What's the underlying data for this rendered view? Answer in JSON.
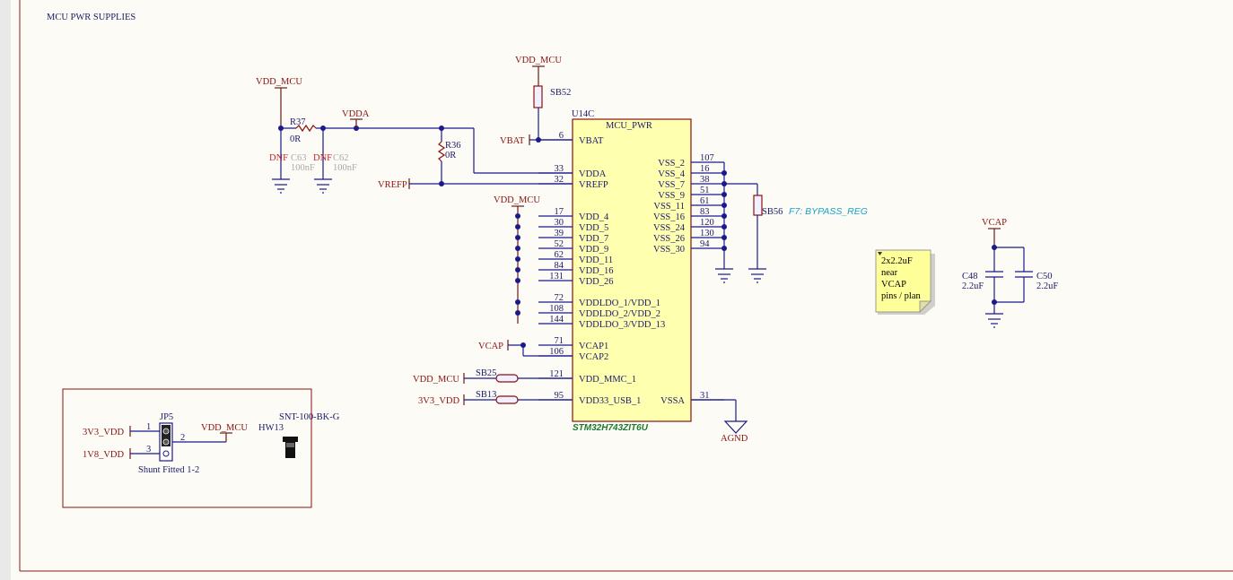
{
  "sheet": {
    "title": "MCU PWR SUPPLIES"
  },
  "ic": {
    "ref": "U14C",
    "part_name": "MCU_PWR",
    "part_number": "STM32H743ZIT6U",
    "left_pins": [
      {
        "num": "6",
        "name": "VBAT"
      },
      {
        "num": "33",
        "name": "VDDA"
      },
      {
        "num": "32",
        "name": "VREFP"
      },
      {
        "num": "17",
        "name": "VDD_4"
      },
      {
        "num": "30",
        "name": "VDD_5"
      },
      {
        "num": "39",
        "name": "VDD_7"
      },
      {
        "num": "52",
        "name": "VDD_9"
      },
      {
        "num": "62",
        "name": "VDD_11"
      },
      {
        "num": "84",
        "name": "VDD_16"
      },
      {
        "num": "131",
        "name": "VDD_26"
      },
      {
        "num": "72",
        "name": "VDDLDO_1/VDD_1"
      },
      {
        "num": "108",
        "name": "VDDLDO_2/VDD_2"
      },
      {
        "num": "144",
        "name": "VDDLDO_3/VDD_13"
      },
      {
        "num": "71",
        "name": "VCAP1"
      },
      {
        "num": "106",
        "name": "VCAP2"
      },
      {
        "num": "121",
        "name": "VDD_MMC_1"
      },
      {
        "num": "95",
        "name": "VDD33_USB_1"
      }
    ],
    "right_pins": [
      {
        "num": "107",
        "name": "VSS_2"
      },
      {
        "num": "16",
        "name": "VSS_4"
      },
      {
        "num": "38",
        "name": "VSS_7"
      },
      {
        "num": "51",
        "name": "VSS_9"
      },
      {
        "num": "61",
        "name": "VSS_11"
      },
      {
        "num": "83",
        "name": "VSS_16"
      },
      {
        "num": "120",
        "name": "VSS_24"
      },
      {
        "num": "130",
        "name": "VSS_26"
      },
      {
        "num": "94",
        "name": "VSS_30"
      },
      {
        "num": "31",
        "name": "VSSA"
      }
    ]
  },
  "nets": {
    "vdd_mcu": "VDD_MCU",
    "vdda": "VDDA",
    "vbat": "VBAT",
    "vrefp": "VREFP",
    "vcap": "VCAP",
    "v3v3": "3V3_VDD",
    "v1v8": "1V8_VDD",
    "agnd": "AGND"
  },
  "components": {
    "r37": {
      "ref": "R37",
      "value": "0R"
    },
    "r36": {
      "ref": "R36",
      "value": "0R"
    },
    "c63": {
      "ref": "C63",
      "value": "100nF",
      "dnf": "DNF"
    },
    "c62": {
      "ref": "C62",
      "value": "100nF",
      "dnf": "DNF"
    },
    "sb52": {
      "ref": "SB52"
    },
    "sb56": {
      "ref": "SB56",
      "note": "F7: BYPASS_REG"
    },
    "sb25": {
      "ref": "SB25"
    },
    "sb13": {
      "ref": "SB13"
    },
    "c48": {
      "ref": "C48",
      "value": "2.2uF"
    },
    "c50": {
      "ref": "C50",
      "value": "2.2uF"
    },
    "jp5": {
      "ref": "JP5",
      "pin1": "1",
      "pin2": "2",
      "pin3": "3",
      "note": "Shunt Fitted 1-2"
    },
    "hw13": {
      "ref": "HW13",
      "value": "SNT-100-BK-G"
    }
  },
  "note": {
    "lines": [
      "2x2.2uF",
      "near",
      "VCAP",
      "pins / plan"
    ]
  },
  "colors": {
    "wire": "#1a1a8a",
    "net_label": "#8a1010",
    "ic_fill": "#ffffb0",
    "note_fill": "#ffff99",
    "background": "#fdfbf5"
  }
}
